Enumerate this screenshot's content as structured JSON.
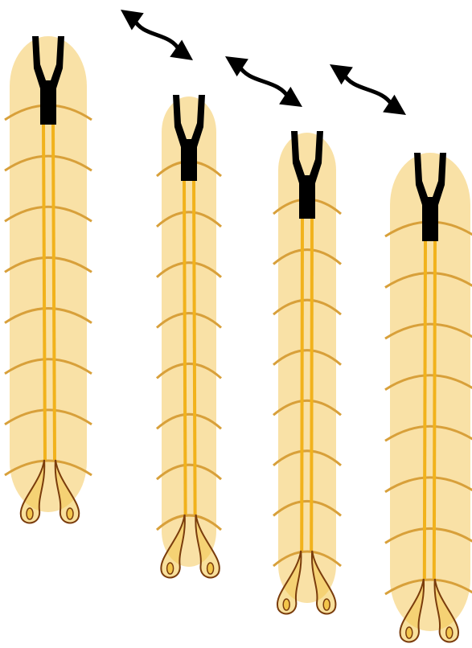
{
  "diagram": {
    "colors": {
      "background": "#ffffff",
      "body_fill": "#f9e1a6",
      "segment_stroke": "#d8a03a",
      "nerve_cord": "#f1b21c",
      "head_dark": "#000000",
      "cerci_outline": "#7a3c0c",
      "cerci_fill": "#f3c64b",
      "arrow": "#000000"
    },
    "icons": [
      "larva-body",
      "wavy-double-arrow"
    ],
    "larvae": [
      {
        "id": "larva-1",
        "segments": 8
      },
      {
        "id": "larva-2",
        "segments": 8
      },
      {
        "id": "larva-3",
        "segments": 8
      },
      {
        "id": "larva-4",
        "segments": 8
      }
    ],
    "arrows": [
      {
        "id": "arrow-1",
        "style": "wavy-double-headed"
      },
      {
        "id": "arrow-2",
        "style": "wavy-double-headed"
      },
      {
        "id": "arrow-3",
        "style": "wavy-double-headed"
      }
    ]
  }
}
